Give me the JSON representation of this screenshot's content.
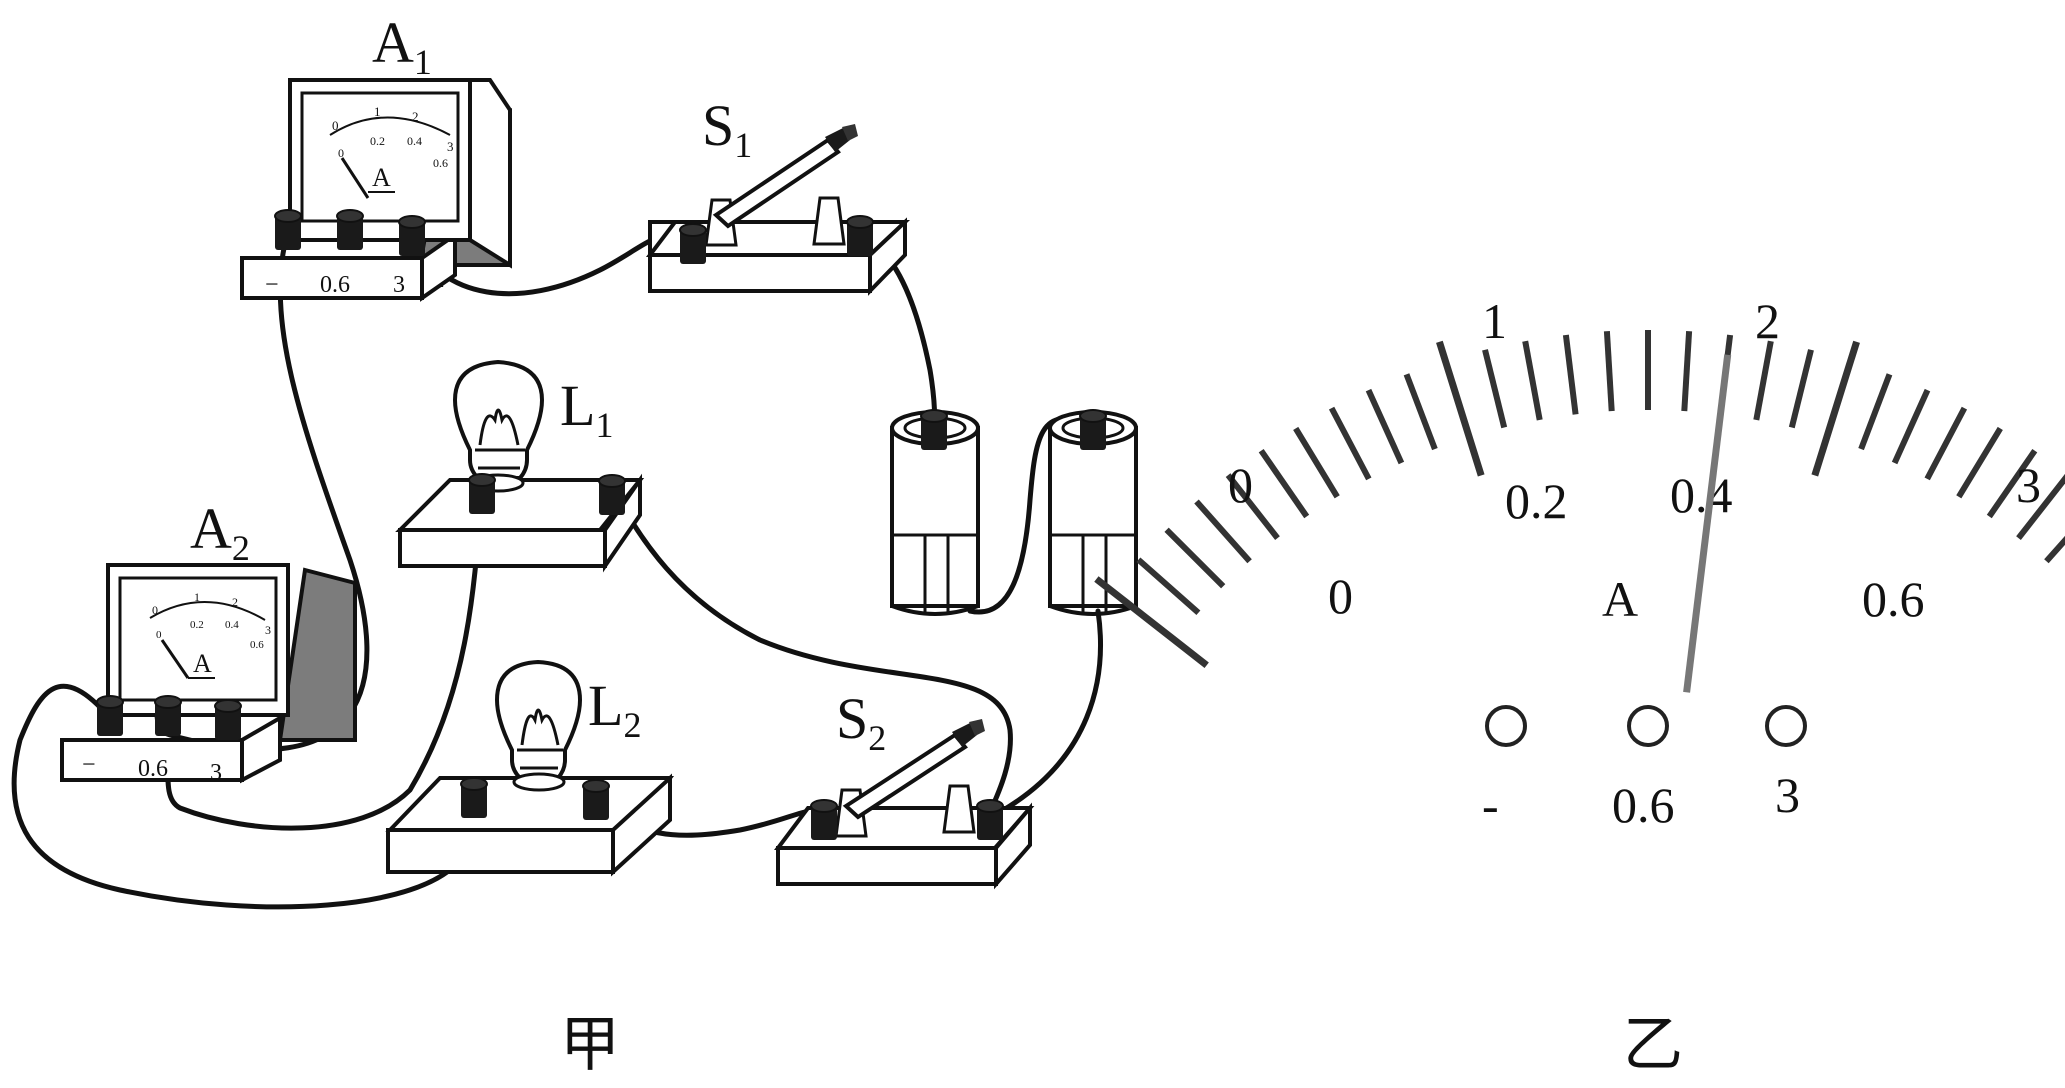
{
  "figure_a": {
    "caption": "甲",
    "ammeter1": {
      "label": "A",
      "sub": "1",
      "face_unit": "A",
      "terminals": [
        "−",
        "0.6",
        "3"
      ]
    },
    "ammeter2": {
      "label": "A",
      "sub": "2",
      "face_unit": "A",
      "terminals": [
        "−",
        "0.6",
        "3"
      ]
    },
    "switch1": {
      "label": "S",
      "sub": "1"
    },
    "switch2": {
      "label": "S",
      "sub": "2"
    },
    "lamp1": {
      "label": "L",
      "sub": "1"
    },
    "lamp2": {
      "label": "L",
      "sub": "2"
    },
    "mini_scale": {
      "upper": [
        "0",
        "1",
        "2",
        "3"
      ],
      "lower": [
        "0",
        "0.2",
        "0.4",
        "0.6"
      ]
    }
  },
  "figure_b": {
    "caption": "乙",
    "unit": "A",
    "upper_labels": [
      "0",
      "1",
      "2",
      "3"
    ],
    "lower_labels": [
      "0",
      "0.2",
      "0.4",
      "0.6"
    ],
    "terminal_labels": [
      "-",
      "0.6",
      "3"
    ],
    "pointer_reading": 0.34
  }
}
